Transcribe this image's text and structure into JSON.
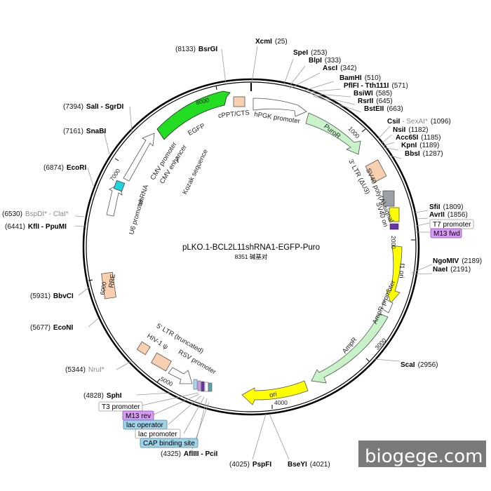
{
  "map": {
    "name": "pLKO.1-BCL2L11shRNA1-EGFP-Puro",
    "size_label": "8351 碱基对"
  },
  "ticks": [
    "1000",
    "2000",
    "3000",
    "4000",
    "5000",
    "6000",
    "7000",
    "8000"
  ],
  "sites": {
    "xcmi": {
      "name": "XcmI",
      "pos": "(25)"
    },
    "spei": {
      "name": "SpeI",
      "pos": "(253)"
    },
    "blpi": {
      "name": "BlpI",
      "pos": "(333)"
    },
    "asci": {
      "name": "AscI",
      "pos": "(342)"
    },
    "bamhi": {
      "name": "BamHI",
      "pos": "(510)"
    },
    "pflfi": {
      "name": "PflFI - Tth111I",
      "pos": "(571)"
    },
    "bsiwi": {
      "name": "BsiWI",
      "pos": "(585)"
    },
    "rsrii": {
      "name": "RsrII",
      "pos": "(645)"
    },
    "bsteii": {
      "name": "BstEII",
      "pos": "(663)"
    },
    "csii": {
      "name": "CsiI",
      "name2": " - SexAI*",
      "pos": "(1096)"
    },
    "nsii": {
      "name": "NsiI",
      "pos": "(1182)"
    },
    "acc65i": {
      "name": "Acc65I",
      "pos": "(1185)"
    },
    "kpni": {
      "name": "KpnI",
      "pos": "(1189)"
    },
    "bbsi": {
      "name": "BbsI",
      "pos": "(1287)"
    },
    "sfii": {
      "name": "SfiI",
      "pos": "(1809)"
    },
    "avrii": {
      "name": "AvrII",
      "pos": "(1856)"
    },
    "ngomiv": {
      "name": "NgoMIV",
      "pos": "(2189)"
    },
    "naei": {
      "name": "NaeI",
      "pos": "(2191)"
    },
    "scai": {
      "name": "ScaI",
      "pos": "(2956)"
    },
    "bseyi": {
      "name": "BseYI",
      "pos": "(4021)"
    },
    "pspfi": {
      "name": "PspFI",
      "pos": "(4025)"
    },
    "afliii": {
      "name": "AflIII - PciI",
      "pos": "(4325)"
    },
    "sphi": {
      "name": "SphI",
      "pos": "(4828)"
    },
    "nrui": {
      "name": "NruI*",
      "pos": "(5344)"
    },
    "econi": {
      "name": "EcoNI",
      "pos": "(5677)"
    },
    "bbvci": {
      "name": "BbvCI",
      "pos": "(5931)"
    },
    "kfli": {
      "name": "KflI - PpuMI",
      "pos": "(6441)"
    },
    "bspdi": {
      "name": "BspDI* - ClaI*",
      "pos": "(6530)"
    },
    "ecori": {
      "name": "EcoRI",
      "pos": "(6874)"
    },
    "snabi": {
      "name": "SnaBI",
      "pos": "(7161)"
    },
    "sali": {
      "name": "SalI - SgrDI",
      "pos": "(7394)"
    },
    "bsrgi": {
      "name": "BsrGI",
      "pos": "(8133)"
    }
  },
  "primers": {
    "t7": "T7 promoter",
    "m13fwd": "M13 fwd",
    "t3": "T3 promoter",
    "m13rev": "M13 rev",
    "lacop": "lac operator",
    "lacprom": "lac promoter",
    "cap": "CAP binding site"
  },
  "features": {
    "hpgk": "hPGK promoter",
    "puror": "PuroR",
    "ltr3": "3' LTR (ΔU3)",
    "sv40pa": "SV40 poly(A) signal",
    "sv40ori": "SV40 ori",
    "f1ori": "f1 ori",
    "ampprom": "AmpR promoter",
    "ampr": "AmpR",
    "ori": "ori",
    "ltr5": "5' LTR (truncated)",
    "hiv": "HIV-1 ψ",
    "rsv": "RSV promoter",
    "rre": "RRE",
    "u6": "U6 promoter",
    "shrna": "shRNA",
    "cmvprom": "CMV promoter",
    "cmvenh": "CMV enhancer",
    "kozak": "Kozak sequence",
    "egfp": "EGFP",
    "cppt": "cPPT/CTS"
  },
  "colors": {
    "egfp": "#22dd22",
    "puror": "#c8f2c8",
    "ampr": "#c8f2c8",
    "ori": "#ffff00",
    "f1ori": "#ffff00",
    "ltr": "#f8d0b0",
    "u6": "#ffffff",
    "shrna_box": "#1fd6e0",
    "sv40ori": "#9aa0a6",
    "m13": "#d59cf2",
    "lac": "#9fd3e8"
  },
  "watermark": "biogege.com"
}
